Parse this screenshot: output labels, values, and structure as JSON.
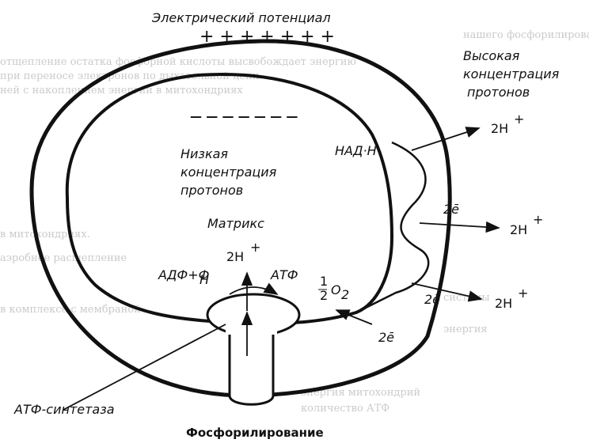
{
  "labels": {
    "electric_potential": "Электрический потенциал",
    "plus_charges": "+ + + + + + +",
    "minus_charges": "— — — — — — —",
    "high_conc_1": "Высокая",
    "high_conc_2": "концентрация",
    "high_conc_3": "протонов",
    "low_conc_1": "Низкая",
    "low_conc_2": "концентрация",
    "low_conc_3": "протонов",
    "matrix": "Матрикс",
    "nadh": "НАД·Н",
    "adp_pn": "АДФ+Ф",
    "adp_pn_sub": "Н",
    "atp": "АТФ",
    "o2_num": "1",
    "o2_den": "2",
    "o2": "O",
    "o2_sub": "2",
    "atp_synthase": "АТФ-синтетаза",
    "phosphorylation": "Фосфорилирование",
    "h_out_1": "2H",
    "h_out_2": "2H",
    "h_out_3": "2H",
    "h_in": "2H",
    "plus_sign": "+",
    "electron_1": "2ē",
    "electron_2": "2ē",
    "electron_3": "2ē"
  },
  "colors": {
    "ink": "#111111",
    "paper": "#ffffff",
    "bleed_text": "#b9b9b9"
  }
}
